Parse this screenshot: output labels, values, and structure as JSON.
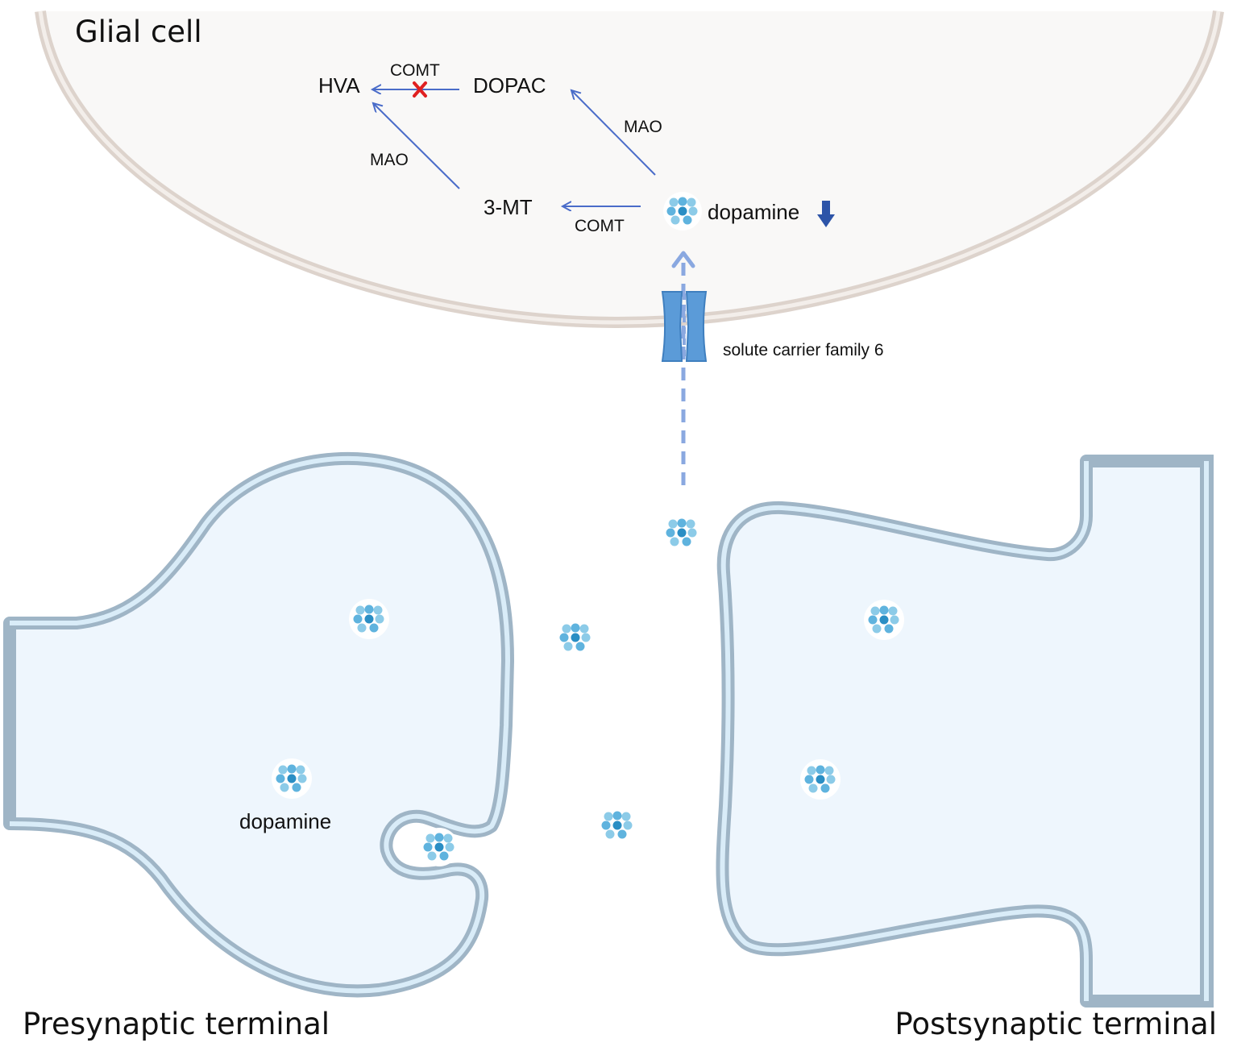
{
  "labels": {
    "glial_cell": "Glial cell",
    "presynaptic": "Presynaptic terminal",
    "postsynaptic": "Postsynaptic terminal",
    "transporter": "solute carrier family 6",
    "dopamine_pre": "dopamine",
    "dopamine_glial": "dopamine"
  },
  "pathway": {
    "hva": "HVA",
    "dopac": "DOPAC",
    "mt3": "3-MT",
    "comt_top": "COMT",
    "mao_right": "MAO",
    "mao_left": "MAO",
    "comt_bottom": "COMT"
  },
  "icons": {
    "inhibited": "red-x-icon",
    "decrease": "down-arrow-icon",
    "dopamine_cluster": "molecule-cluster-icon"
  },
  "colors": {
    "glial_membrane_outer": "#ddd3cc",
    "glial_membrane_inner": "#f3eeea",
    "glial_fill": "#f9f8f7",
    "neuron_membrane": "#9fb5c6",
    "neuron_membrane_inner": "#d9ecf8",
    "neuron_fill": "#eef6fd",
    "pathway_arrow": "#4a6cc9",
    "inhibit": "#e02020",
    "decrease_arrow": "#2d54a8",
    "transport_arrow": "#8aa8e0",
    "transporter": "#5b9bd8",
    "molecule_light": "#8ccbe8",
    "molecule_dark": "#2a8ec4"
  }
}
